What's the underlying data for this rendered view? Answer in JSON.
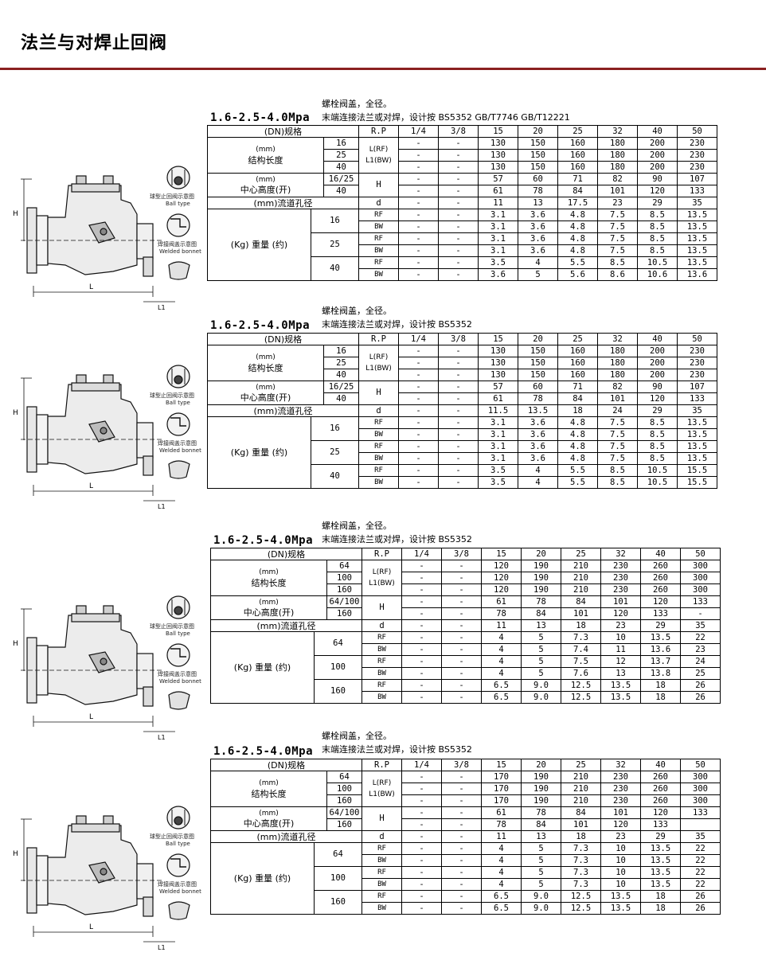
{
  "page_title": "法兰与对焊止回阀",
  "diagram_labels": {
    "ball_type_cn": "球型止回阀示意图",
    "ball_type_en": "Ball type",
    "welded_cn": "焊接阀盖示意图",
    "welded_en": "Welded bonnet",
    "dim_h": "H",
    "dim_l": "L",
    "dim_l1": "L1"
  },
  "sections": [
    {
      "note1": "螺栓阀盖，全径。",
      "note2": "末端连接法兰或对焊，设计按 BS5352 GB/T7746 GB/T12221",
      "pressure": "1.6-2.5-4.0Mpa",
      "header": {
        "label": "(DN)规格",
        "code": "R.P",
        "sizes": [
          "1/4",
          "3/8",
          "15",
          "20",
          "25",
          "32",
          "40",
          "50"
        ]
      },
      "length_label_top": "(mm)",
      "length_label": "结构长度",
      "length_code": "L(RF) L1(BW)",
      "length_rows": [
        {
          "cls": "16",
          "vals": [
            "-",
            "-",
            "130",
            "150",
            "160",
            "180",
            "200",
            "230"
          ]
        },
        {
          "cls": "25",
          "vals": [
            "-",
            "-",
            "130",
            "150",
            "160",
            "180",
            "200",
            "230"
          ]
        },
        {
          "cls": "40",
          "vals": [
            "-",
            "-",
            "130",
            "150",
            "160",
            "180",
            "200",
            "230"
          ]
        }
      ],
      "height_label_top": "(mm)",
      "height_label": "中心高度(开)",
      "height_code": "H",
      "height_rows": [
        {
          "cls": "16/25",
          "vals": [
            "-",
            "-",
            "57",
            "60",
            "71",
            "82",
            "90",
            "107"
          ]
        },
        {
          "cls": "40",
          "vals": [
            "-",
            "-",
            "61",
            "78",
            "84",
            "101",
            "120",
            "133"
          ]
        }
      ],
      "bore_label": "(mm)流道孔径",
      "bore_code": "d",
      "bore_vals": [
        "-",
        "-",
        "11",
        "13",
        "17.5",
        "23",
        "29",
        "35"
      ],
      "weight_label": "(Kg) 重量 (约)",
      "weight_groups": [
        {
          "cls": "16",
          "rows": [
            {
              "type": "RF",
              "vals": [
                "-",
                "-",
                "3.1",
                "3.6",
                "4.8",
                "7.5",
                "8.5",
                "13.5"
              ]
            },
            {
              "type": "BW",
              "vals": [
                "-",
                "-",
                "3.1",
                "3.6",
                "4.8",
                "7.5",
                "8.5",
                "13.5"
              ]
            }
          ]
        },
        {
          "cls": "25",
          "rows": [
            {
              "type": "RF",
              "vals": [
                "-",
                "-",
                "3.1",
                "3.6",
                "4.8",
                "7.5",
                "8.5",
                "13.5"
              ]
            },
            {
              "type": "BW",
              "vals": [
                "-",
                "-",
                "3.1",
                "3.6",
                "4.8",
                "7.5",
                "8.5",
                "13.5"
              ]
            }
          ]
        },
        {
          "cls": "40",
          "rows": [
            {
              "type": "RF",
              "vals": [
                "-",
                "-",
                "3.5",
                "4",
                "5.5",
                "8.5",
                "10.5",
                "13.5"
              ]
            },
            {
              "type": "BW",
              "vals": [
                "-",
                "-",
                "3.6",
                "5",
                "5.6",
                "8.6",
                "10.6",
                "13.6"
              ]
            }
          ]
        }
      ]
    },
    {
      "note1": "螺栓阀盖，全径。",
      "note2": "末端连接法兰或对焊，设计按 BS5352",
      "pressure": "1.6-2.5-4.0Mpa",
      "header": {
        "label": "(DN)规格",
        "code": "R.P",
        "sizes": [
          "1/4",
          "3/8",
          "15",
          "20",
          "25",
          "32",
          "40",
          "50"
        ]
      },
      "length_label_top": "(mm)",
      "length_label": "结构长度",
      "length_code": "L(RF) L1(BW)",
      "length_rows": [
        {
          "cls": "16",
          "vals": [
            "-",
            "-",
            "130",
            "150",
            "160",
            "180",
            "200",
            "230"
          ]
        },
        {
          "cls": "25",
          "vals": [
            "-",
            "-",
            "130",
            "150",
            "160",
            "180",
            "200",
            "230"
          ]
        },
        {
          "cls": "40",
          "vals": [
            "-",
            "-",
            "130",
            "150",
            "160",
            "180",
            "200",
            "230"
          ]
        }
      ],
      "height_label_top": "(mm)",
      "height_label": "中心高度(开)",
      "height_code": "H",
      "height_rows": [
        {
          "cls": "16/25",
          "vals": [
            "-",
            "-",
            "57",
            "60",
            "71",
            "82",
            "90",
            "107"
          ]
        },
        {
          "cls": "40",
          "vals": [
            "-",
            "-",
            "61",
            "78",
            "84",
            "101",
            "120",
            "133"
          ]
        }
      ],
      "bore_label": "(mm)流道孔径",
      "bore_code": "d",
      "bore_vals": [
        "-",
        "-",
        "11.5",
        "13.5",
        "18",
        "24",
        "29",
        "35"
      ],
      "weight_label": "(Kg) 重量 (约)",
      "weight_groups": [
        {
          "cls": "16",
          "rows": [
            {
              "type": "RF",
              "vals": [
                "-",
                "-",
                "3.1",
                "3.6",
                "4.8",
                "7.5",
                "8.5",
                "13.5"
              ]
            },
            {
              "type": "BW",
              "vals": [
                "-",
                "-",
                "3.1",
                "3.6",
                "4.8",
                "7.5",
                "8.5",
                "13.5"
              ]
            }
          ]
        },
        {
          "cls": "25",
          "rows": [
            {
              "type": "RF",
              "vals": [
                "-",
                "-",
                "3.1",
                "3.6",
                "4.8",
                "7.5",
                "8.5",
                "13.5"
              ]
            },
            {
              "type": "BW",
              "vals": [
                "-",
                "-",
                "3.1",
                "3.6",
                "4.8",
                "7.5",
                "8.5",
                "13.5"
              ]
            }
          ]
        },
        {
          "cls": "40",
          "rows": [
            {
              "type": "RF",
              "vals": [
                "-",
                "-",
                "3.5",
                "4",
                "5.5",
                "8.5",
                "10.5",
                "15.5"
              ]
            },
            {
              "type": "BW",
              "vals": [
                "-",
                "-",
                "3.5",
                "4",
                "5.5",
                "8.5",
                "10.5",
                "15.5"
              ]
            }
          ]
        }
      ]
    },
    {
      "note1": "螺栓阀盖，全径。",
      "note2": "末端连接法兰或对焊，设计按 BS5352",
      "pressure": "1.6-2.5-4.0Mpa",
      "header": {
        "label": "(DN)规格",
        "code": "R.P",
        "sizes": [
          "1/4",
          "3/8",
          "15",
          "20",
          "25",
          "32",
          "40",
          "50"
        ]
      },
      "length_label_top": "(mm)",
      "length_label": "结构长度",
      "length_code": "L(RF) L1(BW)",
      "length_rows": [
        {
          "cls": "64",
          "vals": [
            "-",
            "-",
            "120",
            "190",
            "210",
            "230",
            "260",
            "300"
          ]
        },
        {
          "cls": "100",
          "vals": [
            "-",
            "-",
            "120",
            "190",
            "210",
            "230",
            "260",
            "300"
          ]
        },
        {
          "cls": "160",
          "vals": [
            "-",
            "-",
            "120",
            "190",
            "210",
            "230",
            "260",
            "300"
          ]
        }
      ],
      "height_label_top": "(mm)",
      "height_label": "中心高度(开)",
      "height_code": "H",
      "height_rows": [
        {
          "cls": "64/100",
          "vals": [
            "-",
            "-",
            "61",
            "78",
            "84",
            "101",
            "120",
            "133"
          ]
        },
        {
          "cls": "160",
          "vals": [
            "-",
            "-",
            "78",
            "84",
            "101",
            "120",
            "133",
            "-"
          ]
        }
      ],
      "bore_label": "(mm)流道孔径",
      "bore_code": "d",
      "bore_vals": [
        "-",
        "-",
        "11",
        "13",
        "18",
        "23",
        "29",
        "35"
      ],
      "weight_label": "(Kg) 重量 (约)",
      "weight_groups": [
        {
          "cls": "64",
          "rows": [
            {
              "type": "RF",
              "vals": [
                "-",
                "-",
                "4",
                "5",
                "7.3",
                "10",
                "13.5",
                "22"
              ]
            },
            {
              "type": "BW",
              "vals": [
                "-",
                "-",
                "4",
                "5",
                "7.4",
                "11",
                "13.6",
                "23"
              ]
            }
          ]
        },
        {
          "cls": "100",
          "rows": [
            {
              "type": "RF",
              "vals": [
                "-",
                "-",
                "4",
                "5",
                "7.5",
                "12",
                "13.7",
                "24"
              ]
            },
            {
              "type": "BW",
              "vals": [
                "-",
                "-",
                "4",
                "5",
                "7.6",
                "13",
                "13.8",
                "25"
              ]
            }
          ]
        },
        {
          "cls": "160",
          "rows": [
            {
              "type": "RF",
              "vals": [
                "-",
                "-",
                "6.5",
                "9.0",
                "12.5",
                "13.5",
                "18",
                "26"
              ]
            },
            {
              "type": "BW",
              "vals": [
                "-",
                "-",
                "6.5",
                "9.0",
                "12.5",
                "13.5",
                "18",
                "26"
              ]
            }
          ]
        }
      ]
    },
    {
      "note1": "螺栓阀盖，全径。",
      "note2": "末端连接法兰或对焊，设计按 BS5352",
      "pressure": "1.6-2.5-4.0Mpa",
      "header": {
        "label": "(DN)规格",
        "code": "R.P",
        "sizes": [
          "1/4",
          "3/8",
          "15",
          "20",
          "25",
          "32",
          "40",
          "50"
        ]
      },
      "length_label_top": "(mm)",
      "length_label": "结构长度",
      "length_code": "L(RF) L1(BW)",
      "length_rows": [
        {
          "cls": "64",
          "vals": [
            "-",
            "-",
            "170",
            "190",
            "210",
            "230",
            "260",
            "300"
          ]
        },
        {
          "cls": "100",
          "vals": [
            "-",
            "-",
            "170",
            "190",
            "210",
            "230",
            "260",
            "300"
          ]
        },
        {
          "cls": "160",
          "vals": [
            "-",
            "-",
            "170",
            "190",
            "210",
            "230",
            "260",
            "300"
          ]
        }
      ],
      "height_label_top": "(mm)",
      "height_label": "中心高度(开)",
      "height_code": "H",
      "height_rows": [
        {
          "cls": "64/100",
          "vals": [
            "-",
            "-",
            "61",
            "78",
            "84",
            "101",
            "120",
            "133"
          ]
        },
        {
          "cls": "160",
          "vals": [
            "-",
            "-",
            "78",
            "84",
            "101",
            "120",
            "133",
            ""
          ]
        }
      ],
      "bore_label": "(mm)流道孔径",
      "bore_code": "d",
      "bore_vals": [
        "-",
        "-",
        "11",
        "13",
        "18",
        "23",
        "29",
        "35"
      ],
      "weight_label": "(Kg) 重量 (约)",
      "weight_groups": [
        {
          "cls": "64",
          "rows": [
            {
              "type": "RF",
              "vals": [
                "-",
                "-",
                "4",
                "5",
                "7.3",
                "10",
                "13.5",
                "22"
              ]
            },
            {
              "type": "BW",
              "vals": [
                "-",
                "-",
                "4",
                "5",
                "7.3",
                "10",
                "13.5",
                "22"
              ]
            }
          ]
        },
        {
          "cls": "100",
          "rows": [
            {
              "type": "RF",
              "vals": [
                "-",
                "-",
                "4",
                "5",
                "7.3",
                "10",
                "13.5",
                "22"
              ]
            },
            {
              "type": "BW",
              "vals": [
                "-",
                "-",
                "4",
                "5",
                "7.3",
                "10",
                "13.5",
                "22"
              ]
            }
          ]
        },
        {
          "cls": "160",
          "rows": [
            {
              "type": "RF",
              "vals": [
                "-",
                "-",
                "6.5",
                "9.0",
                "12.5",
                "13.5",
                "18",
                "26"
              ]
            },
            {
              "type": "BW",
              "vals": [
                "-",
                "-",
                "6.5",
                "9.0",
                "12.5",
                "13.5",
                "18",
                "26"
              ]
            }
          ]
        }
      ]
    }
  ]
}
